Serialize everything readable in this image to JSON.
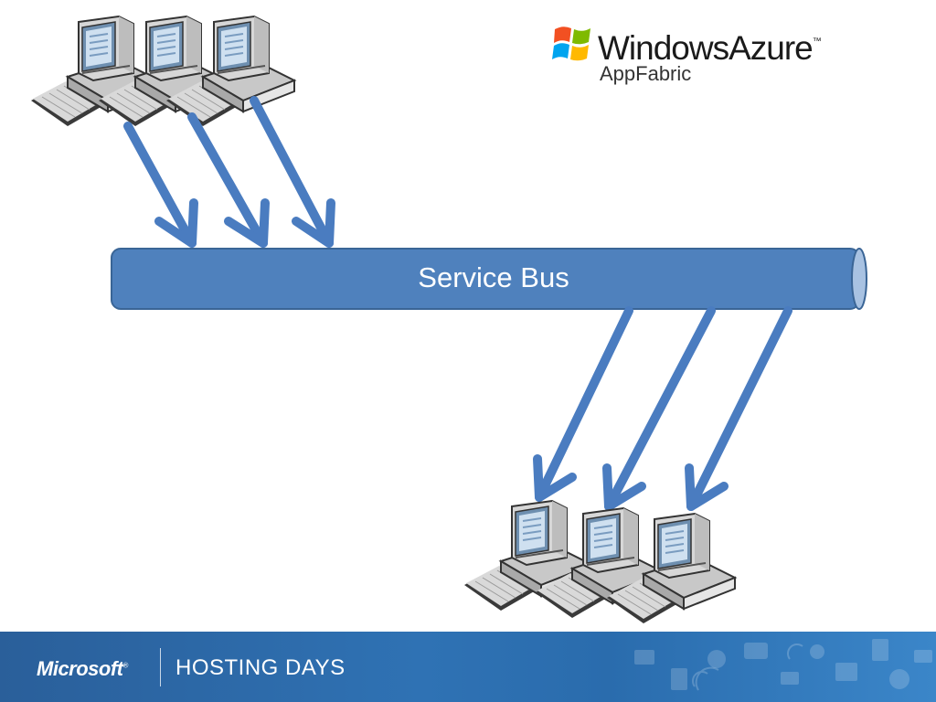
{
  "logo": {
    "title_bold": "Windows",
    "title_light": "Azure",
    "subtitle": "AppFabric"
  },
  "bus": {
    "label": "Service Bus"
  },
  "footer": {
    "brand": "Microsoft",
    "event": "HOSTING DAYS"
  },
  "colors": {
    "bus_fill": "#4f81bd",
    "bus_stroke": "#3a6596",
    "arrow": "#4a7cc0",
    "footer_blue": "#2f72b4"
  }
}
